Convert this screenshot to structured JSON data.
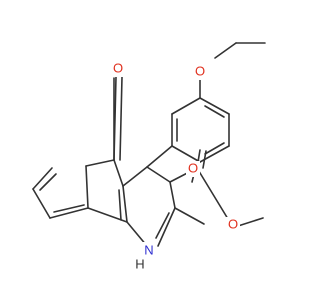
{
  "molecule": {
    "atoms": {
      "ether_oxygen": "O",
      "ketone_oxygen": "O",
      "ester_carbonyl_oxygen": "O",
      "ester_oxygen": "O",
      "nitrogen": "N",
      "nitrogen_hydrogen": "H"
    },
    "colors": {
      "bond": "#333333",
      "oxygen": "#e0301e",
      "nitrogen": "#2f2fd0",
      "background": "#ffffff"
    }
  }
}
